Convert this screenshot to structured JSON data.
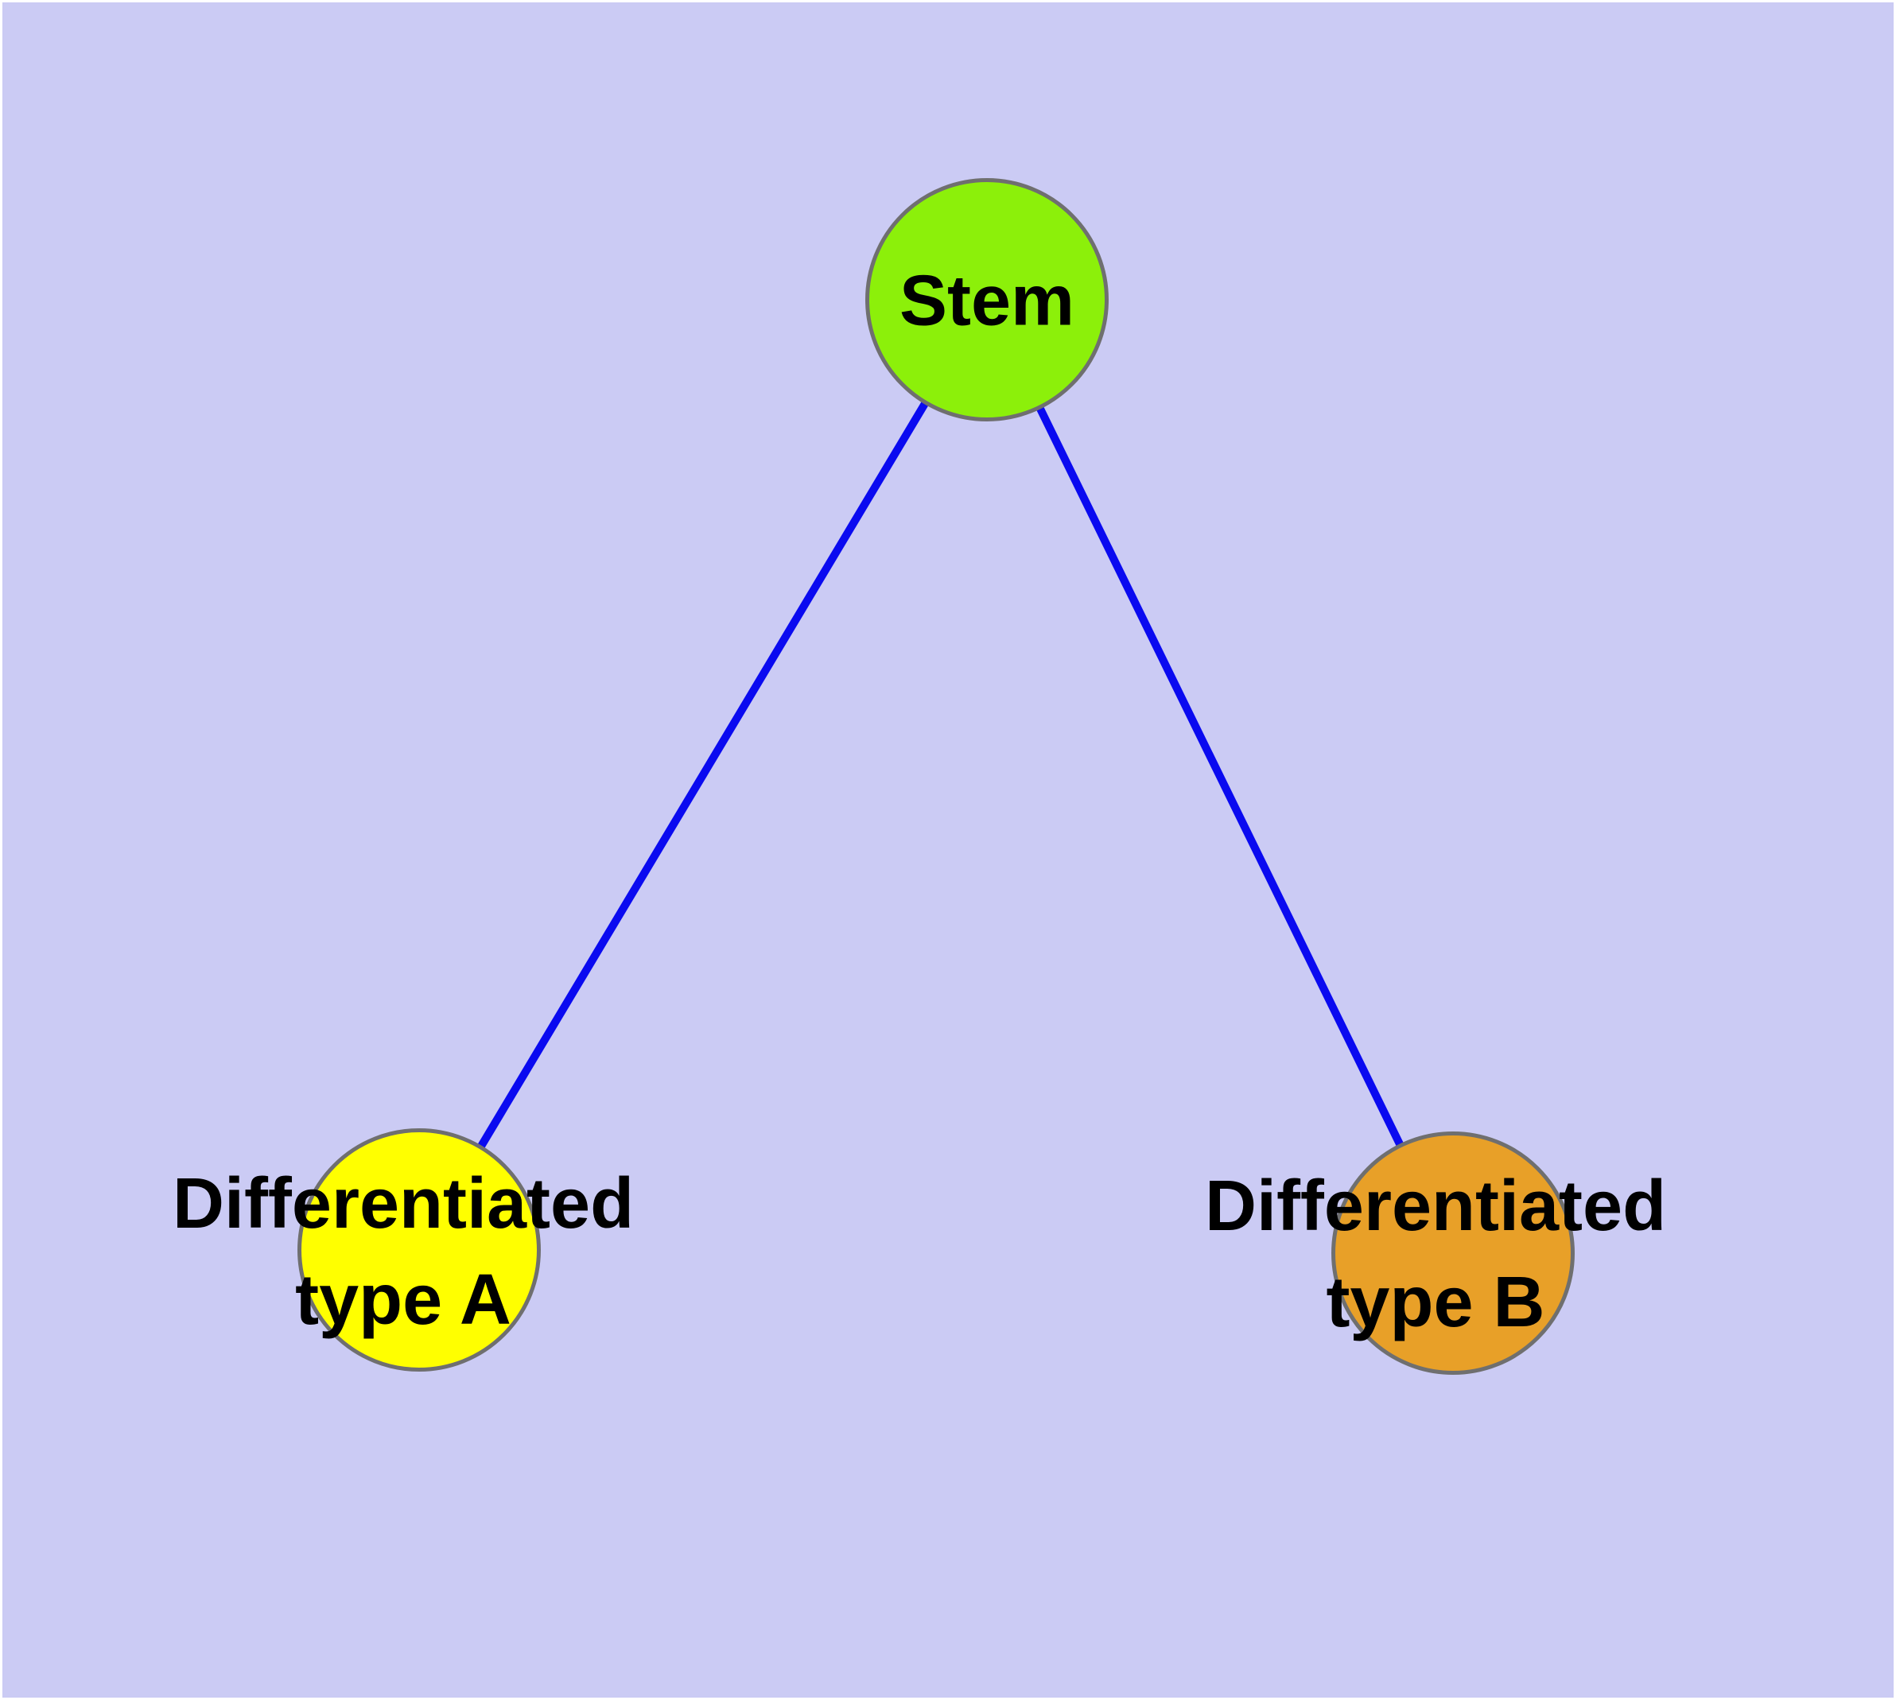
{
  "diagram": {
    "type": "graph",
    "background_color": "#CBCBF4",
    "border_color": "#FFFFFF",
    "edge_color": "#0A0AF0",
    "node_border_color": "#6F6F6F",
    "nodes": [
      {
        "id": "stem",
        "label": "Stem",
        "fill": "#8CF00A",
        "shape": "circle"
      },
      {
        "id": "differentiated-type-a",
        "label_line1": "Differentiated",
        "label_line2": "type A",
        "fill": "#FFFF00",
        "shape": "circle"
      },
      {
        "id": "differentiated-type-b",
        "label_line1": "Differentiated",
        "label_line2": "type B",
        "fill": "#E8A028",
        "shape": "circle"
      }
    ],
    "edges": [
      {
        "from": "stem",
        "to": "differentiated-type-a"
      },
      {
        "from": "stem",
        "to": "differentiated-type-b"
      }
    ]
  }
}
